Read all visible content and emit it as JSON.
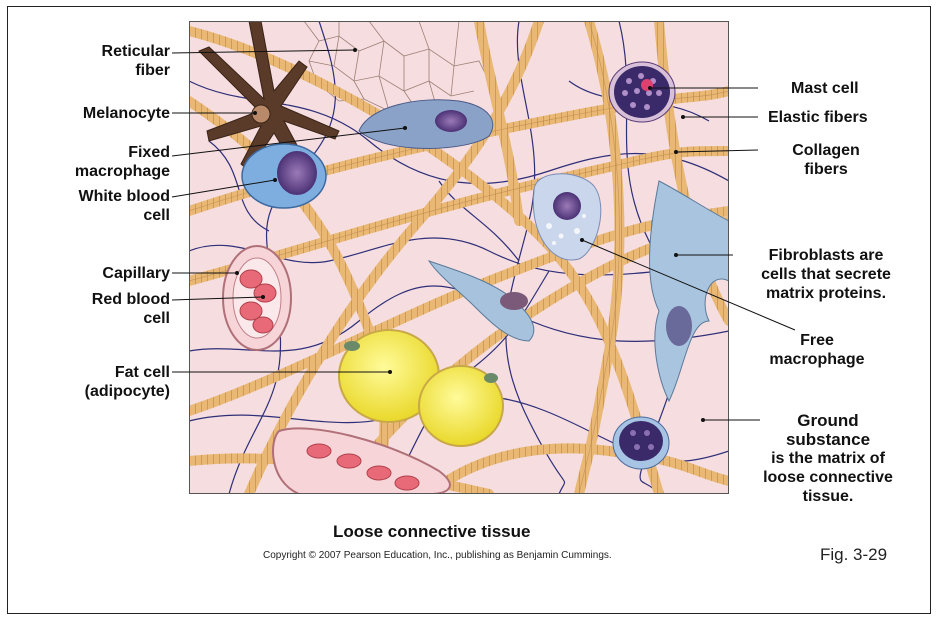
{
  "labels": {
    "reticular_fiber": [
      "Reticular",
      "fiber"
    ],
    "melanocyte": "Melanocyte",
    "fixed_macrophage": [
      "Fixed",
      "macrophage"
    ],
    "white_blood_cell": [
      "White blood",
      "cell"
    ],
    "capillary": "Capillary",
    "red_blood_cell": [
      "Red blood",
      "cell"
    ],
    "fat_cell": [
      "Fat cell",
      "(adipocyte)"
    ],
    "mast_cell": "Mast cell",
    "elastic_fibers": "Elastic fibers",
    "collagen_fibers": [
      "Collagen",
      "fibers"
    ],
    "fibroblasts": {
      "bold": "Fibroblasts",
      "text": [
        " are",
        "cells that secrete",
        "matrix proteins."
      ]
    },
    "free_macrophage": [
      "Free",
      "macrophage"
    ],
    "ground_substance": {
      "bold": [
        "Ground",
        "substance"
      ],
      "text": [
        "is the matrix of",
        "loose connective",
        "tissue."
      ]
    }
  },
  "caption": "Loose connective tissue",
  "copyright": "Copyright © 2007 Pearson Education, Inc., publishing as Benjamin Cummings.",
  "figure_number": "Fig. 3-29",
  "colors": {
    "background": "#f5dde0",
    "collagen": "#e8b874",
    "elastic": "#2e2f78",
    "fat": "#f4ea3c",
    "red_blood": "#e86a78"
  }
}
